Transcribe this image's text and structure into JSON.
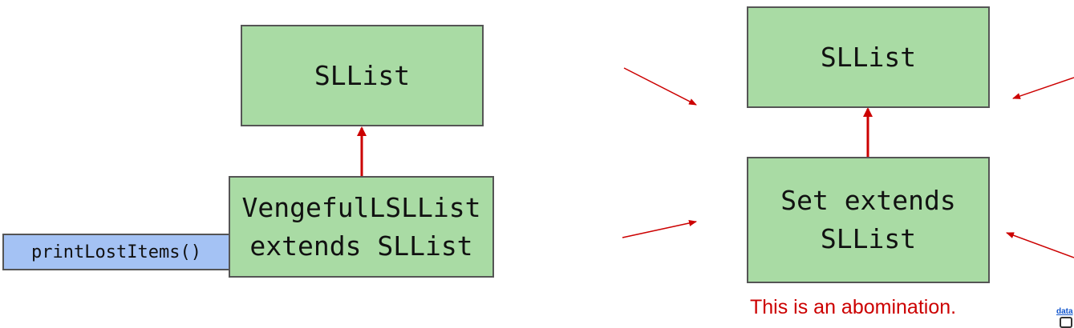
{
  "left_diagram": {
    "parent_label": "SLList",
    "child_label_lines": [
      "VengefulLSLList",
      "extends SLList"
    ],
    "method_label": "printLostItems()"
  },
  "right_diagram": {
    "parent_label": "SLList",
    "child_label_lines": [
      "Set extends",
      "SLList"
    ],
    "caption": "This is an abomination."
  },
  "corner_link": "data",
  "colors": {
    "class_box_fill": "#a9dba4",
    "method_box_fill": "#a4c2f4",
    "box_border": "#555555",
    "arrow": "#cc0000",
    "caption": "#cc0000"
  },
  "icons": {
    "inheritance_arrow": "red-arrow-up-icon",
    "pointer_arrow": "red-pointer-arrow-icon",
    "corner_widget": "widget-icon"
  }
}
